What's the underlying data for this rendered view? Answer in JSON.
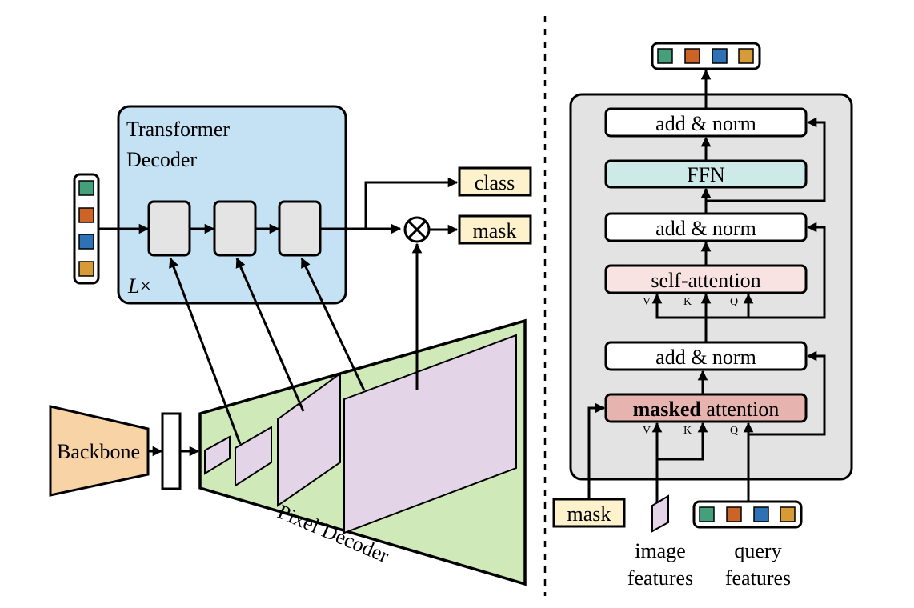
{
  "colors": {
    "token_green": "#44a07a",
    "token_orange": "#cc6428",
    "token_blue": "#2e71b5",
    "token_gold": "#d69a36",
    "transformer_bg": "#c5e2f5",
    "layer_block": "#e4e4e4",
    "output_box": "#fdf2cc",
    "backbone": "#f8d3a6",
    "pixel_decoder": "#cfe9b9",
    "feature_map": "#e3d4e8",
    "detail_panel": "#e3e3e3",
    "ffn": "#cdeae8",
    "self_attention": "#f9e2e2",
    "masked_attention": "#e6b3ae"
  },
  "left": {
    "transformer_title_line1": "Transformer",
    "transformer_title_line2": "Decoder",
    "repeat_label_var": "L",
    "repeat_label_times": "×",
    "class_label": "class",
    "mask_label": "mask",
    "backbone_label": "Backbone",
    "pixel_decoder_label": "Pixel Decoder",
    "multiply_icon": "circled-times"
  },
  "right": {
    "blocks": {
      "add_norm_top": "add & norm",
      "ffn": "FFN",
      "add_norm_mid": "add & norm",
      "self_attention": "self-attention",
      "add_norm_bottom": "add & norm",
      "masked_bold": "masked",
      "masked_rest": " attention"
    },
    "qkv": {
      "v": "V",
      "k": "K",
      "q": "Q"
    },
    "inputs": {
      "mask_label": "mask",
      "image_features_line1": "image",
      "image_features_line2": "features",
      "query_features_line1": "query",
      "query_features_line2": "features"
    }
  }
}
